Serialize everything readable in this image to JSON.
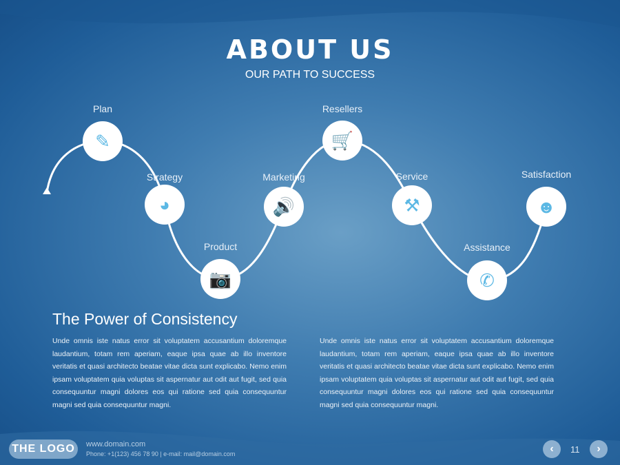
{
  "header": {
    "title": "ABOUT US",
    "subtitle": "OUR PATH TO SUCCESS"
  },
  "steps": [
    {
      "label": "Plan",
      "icon": "edit-icon",
      "glyph": "✎"
    },
    {
      "label": "Strategy",
      "icon": "pie-chart-icon",
      "glyph": "◕"
    },
    {
      "label": "Product",
      "icon": "camera-icon",
      "glyph": "📷"
    },
    {
      "label": "Marketing",
      "icon": "speaker-icon",
      "glyph": "🔊"
    },
    {
      "label": "Resellers",
      "icon": "shopping-cart-icon",
      "glyph": "🛒"
    },
    {
      "label": "Service",
      "icon": "tools-icon",
      "glyph": "⚒"
    },
    {
      "label": "Assistance",
      "icon": "phone-icon",
      "glyph": "✆"
    },
    {
      "label": "Satisfaction",
      "icon": "smiley-icon",
      "glyph": "☻"
    }
  ],
  "content": {
    "heading": "The Power of Consistency",
    "paragraph1": "Unde omnis iste natus error sit voluptatem accusantium doloremque laudantium, totam rem aperiam, eaque ipsa quae ab illo inventore veritatis et quasi architecto beatae vitae dicta sunt explicabo. Nemo enim ipsam voluptatem quia voluptas sit aspernatur aut odit aut fugit, sed quia consequuntur magni dolores eos qui ratione sed quia consequuntur magni sed quia consequuntur magni.",
    "paragraph2": "Unde omnis iste natus error sit voluptatem accusantium doloremque laudantium, totam rem aperiam, eaque ipsa quae ab illo inventore veritatis et quasi architecto beatae vitae dicta sunt explicabo. Nemo enim ipsam voluptatem quia voluptas sit aspernatur aut odit aut fugit, sed quia consequuntur magni dolores eos qui ratione sed quia consequuntur magni sed quia consequuntur magni."
  },
  "footer": {
    "logo": "THE LOGO",
    "website": "www.domain.com",
    "contact": "Phone: +1(123) 456 78 90 | e-mail: mail@domain.com",
    "page": "11",
    "prev": "‹",
    "next": "›"
  }
}
